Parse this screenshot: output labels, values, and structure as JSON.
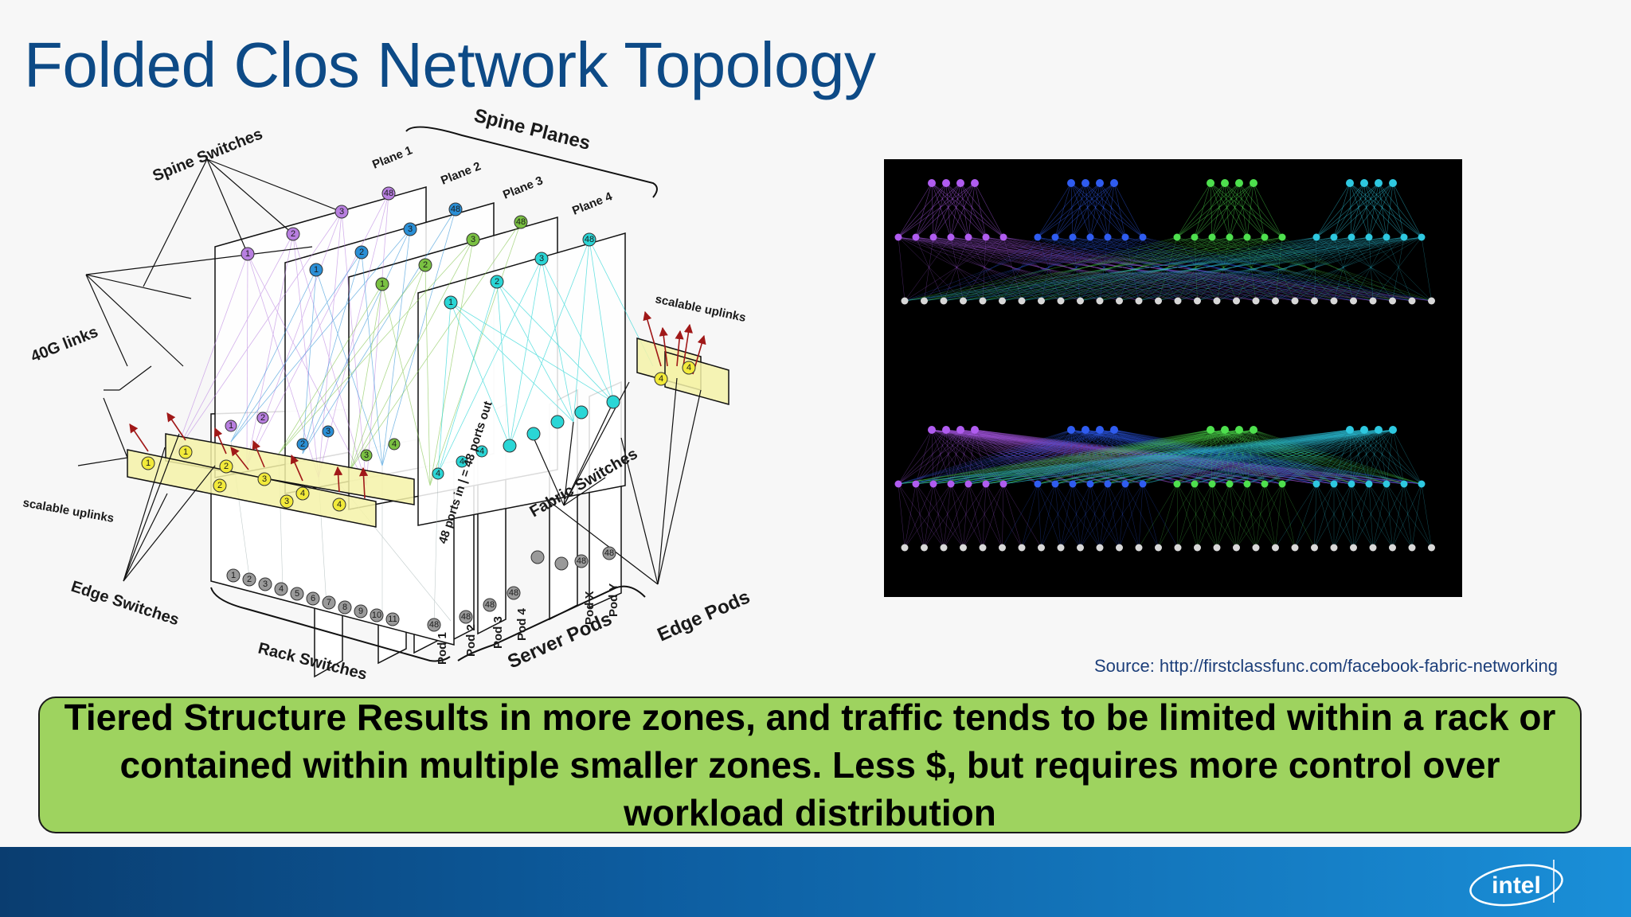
{
  "slide": {
    "title": "Folded Clos Network Topology",
    "source": "Source: http://firstclassfunc.com/facebook-fabric-networking",
    "callout": "Tiered Structure Results in more zones, and traffic tends to be limited within a rack or contained within multiple smaller zones. Less $, but requires more control over workload distribution",
    "logo": "intel"
  },
  "diagram": {
    "labels": {
      "spine_switches": "Spine Switches",
      "spine_planes": "Spine Planes",
      "plane1": "Plane 1",
      "plane2": "Plane 2",
      "plane3": "Plane 3",
      "plane4": "Plane 4",
      "scalable_uplinks_right": "scalable uplinks",
      "scalable_uplinks_left": "scalable uplinks",
      "links_40g": "40G links",
      "ports": "48 ports in | = 48 ports out",
      "fabric_switches": "Fabric Switches",
      "edge_switches": "Edge Switches",
      "rack_switches": "Rack Switches",
      "server_pods": "Server Pods",
      "edge_pods": "Edge Pods",
      "pod1": "Pod 1",
      "pod2": "Pod 2",
      "pod3": "Pod 3",
      "pod4": "Pod 4",
      "podx": "Pod X",
      "pody": "Pod Y"
    },
    "node_numbers": [
      "1",
      "2",
      "3",
      "4",
      "5",
      "6",
      "7",
      "8",
      "9",
      "10",
      "11",
      "48"
    ],
    "colors": {
      "plane1": "#b87fe0",
      "plane2": "#2a8fd6",
      "plane3": "#7ac142",
      "plane4": "#2ad6d6",
      "edge": "#f2ea3a",
      "rack": "#8a8a8a"
    }
  }
}
